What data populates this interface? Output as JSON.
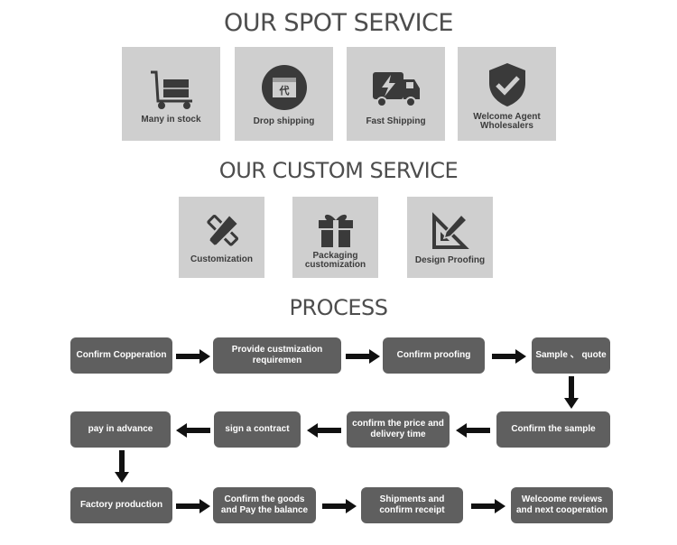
{
  "spot_service": {
    "title": "OUR SPOT SERVICE",
    "cards": [
      {
        "label": "Many in stock",
        "icon": "hand-truck-icon"
      },
      {
        "label": "Drop shipping",
        "icon": "drop-shipping-box-icon",
        "badge": "代"
      },
      {
        "label": "Fast Shipping",
        "icon": "lightning-truck-icon"
      },
      {
        "label": "Welcome Agent Wholesalers",
        "icon": "shield-check-icon"
      }
    ]
  },
  "custom_service": {
    "title": "OUR CUSTOM SERVICE",
    "cards": [
      {
        "label": "Customization",
        "icon": "pencil-ruler-icon"
      },
      {
        "label": "Packaging customization",
        "icon": "gift-box-icon"
      },
      {
        "label": "Design Proofing",
        "icon": "drafting-triangle-icon"
      }
    ]
  },
  "process": {
    "title": "PROCESS",
    "steps": [
      "Confirm Copperation",
      "Provide custmization requiremen",
      "Confirm proofing",
      "Sample 、 quote",
      "Confirm the sample",
      "confirm the price and delivery time",
      "sign a contract",
      "pay in advance",
      "Factory production",
      "Confirm the goods and Pay the balance",
      "Shipments and confirm receipt",
      "Welcoome reviews and next cooperation"
    ]
  },
  "colors": {
    "card_bg": "#cfcfcf",
    "step_bg": "#5f5f5f",
    "arrow": "#111111",
    "heading": "#4d4d4d"
  }
}
